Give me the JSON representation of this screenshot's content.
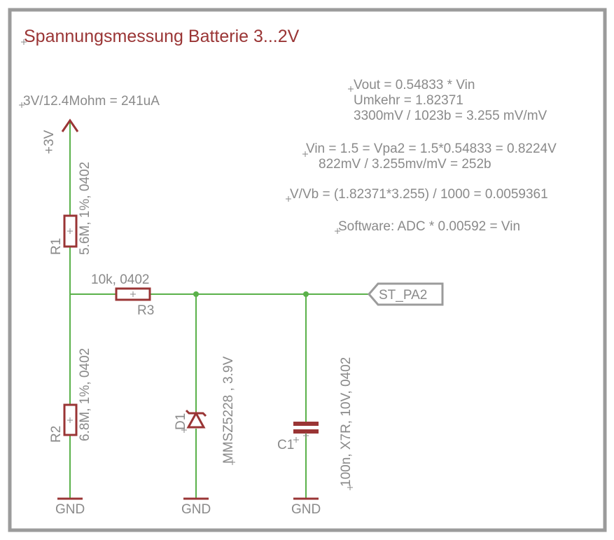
{
  "title": "Spannungsmessung Batterie 3...2V",
  "current_note": "3V/12.4Mohm = 241uA",
  "notes": [
    "Vout = 0.54833 * Vin",
    "Umkehr = 1.82371",
    "3300mV / 1023b = 3.255 mV/mV",
    "Vin = 1.5 = Vpa2 = 1.5*0.54833 = 0.8224V",
    "822mV / 3.255mv/mV = 252b",
    "V/Vb = (1.82371*3.255) / 1000 = 0.0059361",
    "Software: ADC * 0.00592 = Vin"
  ],
  "supply": {
    "label": "+3V"
  },
  "components": {
    "r1": {
      "name": "R1",
      "value": "5.6M, 1%, 0402"
    },
    "r2": {
      "name": "R2",
      "value": "6.8M, 1%, 0402"
    },
    "r3": {
      "name": "R3",
      "value": "10k, 0402"
    },
    "d1": {
      "name": "D1",
      "value": "MMSZ5228 , 3.9V"
    },
    "c1": {
      "name": "C1",
      "value": "100n, X7R, 10V, 0402"
    }
  },
  "port": {
    "label": "ST_PA2"
  },
  "grounds": [
    "GND",
    "GND",
    "GND"
  ],
  "colors": {
    "wire": "#5ab14a",
    "component": "#9a3535",
    "label": "#8a8a8a",
    "frame": "#9b9b9b"
  }
}
